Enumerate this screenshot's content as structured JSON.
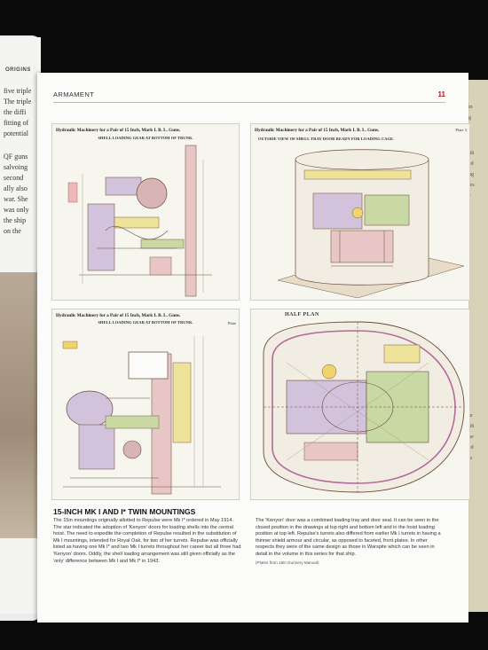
{
  "left_page": {
    "header": "ORIGINS",
    "fragments": [
      "five triple",
      "The triple",
      "the diffi",
      "fitting of",
      "potential",
      "QF guns",
      "salvoing",
      "second",
      "ally also",
      "war. She",
      "was only",
      "the ship",
      "on the"
    ]
  },
  "right_edge": {
    "fragments": [
      "in",
      "g",
      "ith",
      "ed",
      "ng",
      "ies",
      "e",
      "in",
      "ith",
      "he",
      "ed",
      "rs"
    ]
  },
  "page": {
    "section": "ARMAMENT",
    "number": "11"
  },
  "plates": [
    {
      "title": "Hydraulic Machinery for a Pair of 15 Inch, Mark I. B. L. Guns.",
      "subtitle": "SHELL LOADING GEAR AT BOTTOM OF TRUNK.",
      "number": ""
    },
    {
      "title": "Hydraulic Machinery for a Pair of 15 Inch, Mark I. B. L. Guns.",
      "subtitle": "OUTSIDE VIEW OF SHELL TRAY DOOR READY FOR LOADING CAGE.",
      "number": "Plate 3"
    },
    {
      "title": "Hydraulic Machinery for a Pair of 15 Inch, Mark I. B. L. Guns.",
      "subtitle": "SHELL LOADING GEAR AT BOTTOM OF TRUNK.",
      "number": "Plate"
    },
    {
      "title": "HALF PLAN",
      "subtitle": "",
      "number": ""
    }
  ],
  "caption": {
    "heading": "15-INCH MK I AND I* TWIN MOUNTINGS",
    "left_text": "The 15in mountings originally allotted to Repulse were Mk I* ordered in May 1914. The star indicated the adoption of 'Kenyon' doors for loading shells into the central hoist. The need to expedite the completion of Repulse resulted in the substitution of Mk I mountings, intended for Royal Oak, for two of her turrets. Repulse was officially listed as having one Mk I* and two Mk I turrets throughout her career but all three had 'Kenyon' doors. Oddly, the shell loading arrangement was still given officially as the 'only' difference between Mk I and Mk I* in 1943.",
    "right_text": "The 'Kenyon' door was a combined loading tray and door seal. It can be seen in the closed position in the drawings at top right and bottom left and in the hoist loading position at top left. Repulse's turrets also differed from earlier Mk I turrets in having a thinner shield armour and circular, as opposed to faceted, front plates. In other respects they were of the same design as those in Warspite which can be seen in detail in the volume in this series for that ship.",
    "credit": "(Plates from 15in Gunnery Manual)"
  },
  "colors": {
    "page_number": "#b5121b",
    "drawing_line": "#7a5a4a",
    "tint_pink": "#e8c6c6",
    "tint_lilac": "#d2c2dc",
    "tint_yellow": "#eee39a",
    "tint_green": "#c9d9a4"
  }
}
